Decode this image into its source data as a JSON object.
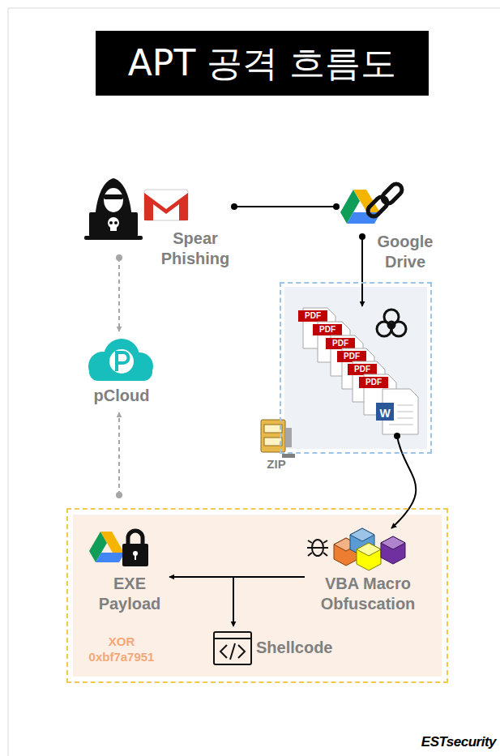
{
  "diagram": {
    "title": "APT 공격 흐름도",
    "nodes": [
      {
        "text": [
          "Spear Phishing"
        ]
      },
      {
        "text": [
          "Google Drive"
        ]
      },
      {
        "text": [
          "ZIP"
        ]
      },
      {
        "text": [
          "pCloud"
        ]
      },
      {
        "text": []
      },
      {
        "text": [
          "VBA Macro Obfuscation"
        ],
        "in": 4
      },
      {
        "text": [
          "EXE Payload",
          "XOR 0xbf7a7951"
        ],
        "in": 4
      },
      {
        "text": [
          "Shellcode"
        ],
        "in": 4
      }
    ],
    "edges": [
      {
        "from": 0,
        "to": 1,
        "arrow": "none"
      },
      {
        "from": 1,
        "to": 2,
        "arrow": "to"
      },
      {
        "from": 2,
        "to": 5,
        "arrow": "to"
      },
      {
        "from": 5,
        "to": 6,
        "arrow": "to"
      },
      {
        "from": 5,
        "to": 7,
        "arrow": "to"
      },
      {
        "from": 0,
        "to": 3,
        "arrow": "to"
      },
      {
        "from": 4,
        "to": 3,
        "arrow": "to"
      }
    ],
    "labels": [
      "PDF",
      "PDF",
      "PDF",
      "PDF",
      "PDF",
      "PDF",
      "W",
      "ESTsecurity"
    ]
  }
}
